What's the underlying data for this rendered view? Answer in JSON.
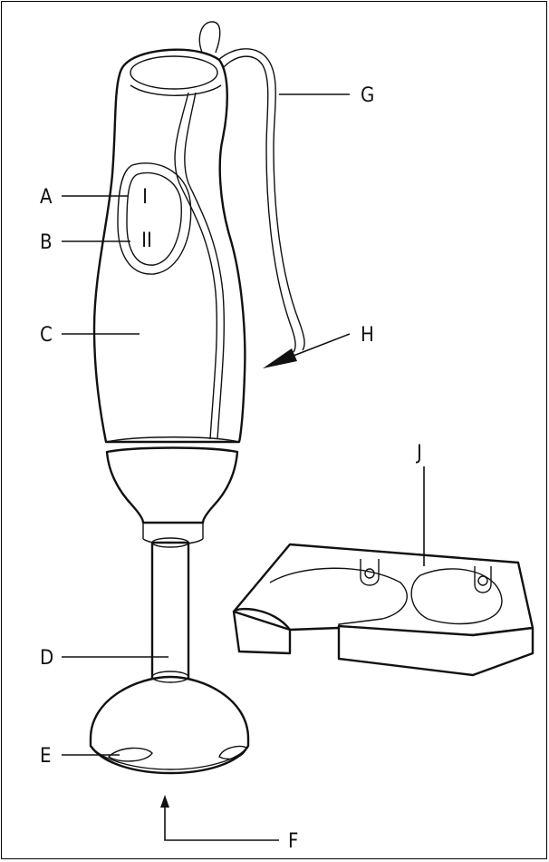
{
  "labels": {
    "a": "A",
    "b": "B",
    "c": "C",
    "d": "D",
    "e": "E",
    "f": "F",
    "g": "G",
    "h": "H",
    "j": "J"
  },
  "buttons": {
    "speed_1": "I",
    "speed_2": "II"
  }
}
